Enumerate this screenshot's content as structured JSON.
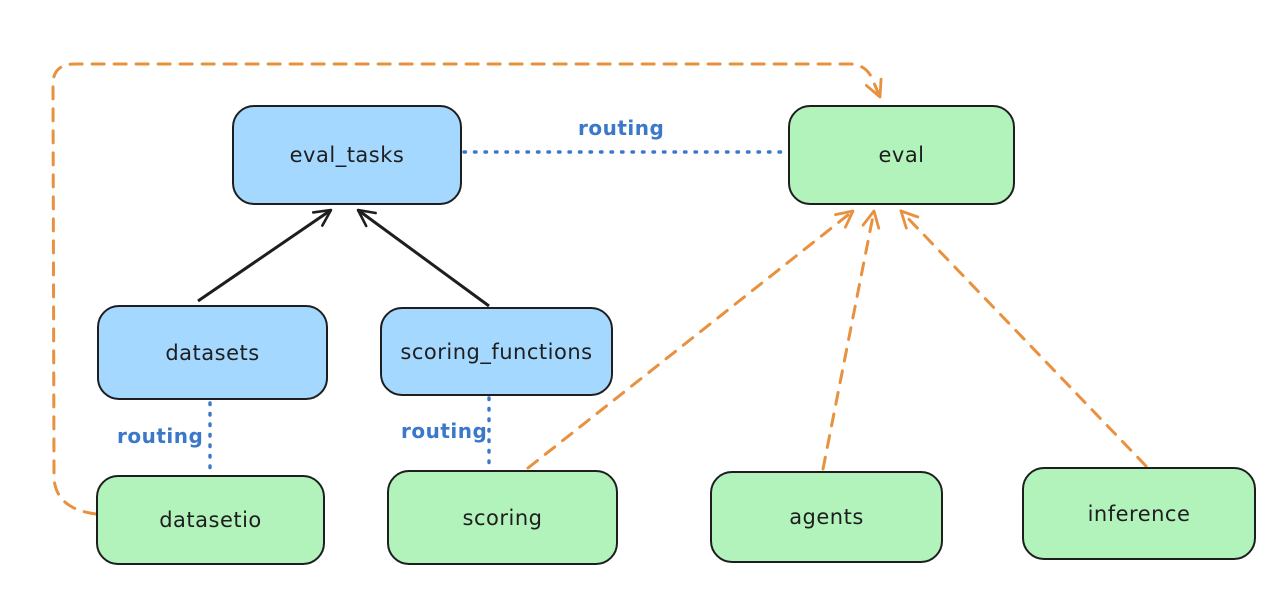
{
  "diagram": {
    "title": "",
    "colors": {
      "api_box_fill": "#a5d8ff",
      "provider_box_fill": "#b2f2bb",
      "box_stroke": "#1e1e1e",
      "routing_blue": "#3b78c9",
      "dependency_orange": "#e8913f",
      "solid_arrow_black": "#1e1e1e",
      "background": "#ffffff"
    },
    "nodes": {
      "eval_tasks": {
        "label": "eval_tasks",
        "kind": "blue"
      },
      "eval": {
        "label": "eval",
        "kind": "green"
      },
      "datasets": {
        "label": "datasets",
        "kind": "blue"
      },
      "scoring_functions": {
        "label": "scoring_functions",
        "kind": "blue"
      },
      "datasetio": {
        "label": "datasetio",
        "kind": "green"
      },
      "scoring": {
        "label": "scoring",
        "kind": "green"
      },
      "agents": {
        "label": "agents",
        "kind": "green"
      },
      "inference": {
        "label": "inference",
        "kind": "green"
      }
    },
    "edge_labels": {
      "eval_tasks_eval": "routing",
      "datasets_datasetio": "routing",
      "scoring_functions_scoring": "routing"
    },
    "edges": [
      {
        "from": "datasets",
        "to": "eval_tasks",
        "style": "solid",
        "color": "#1e1e1e",
        "arrow": true
      },
      {
        "from": "scoring_functions",
        "to": "eval_tasks",
        "style": "solid",
        "color": "#1e1e1e",
        "arrow": true
      },
      {
        "from": "eval_tasks",
        "to": "eval",
        "style": "dotted",
        "color": "#3b78c9",
        "arrow": false,
        "label": "routing"
      },
      {
        "from": "datasets",
        "to": "datasetio",
        "style": "dotted",
        "color": "#3b78c9",
        "arrow": false,
        "label": "routing"
      },
      {
        "from": "scoring_functions",
        "to": "scoring",
        "style": "dotted",
        "color": "#3b78c9",
        "arrow": false,
        "label": "routing"
      },
      {
        "from": "datasetio",
        "to": "eval",
        "style": "dashed",
        "color": "#e8913f",
        "arrow": true
      },
      {
        "from": "scoring",
        "to": "eval",
        "style": "dashed",
        "color": "#e8913f",
        "arrow": true
      },
      {
        "from": "agents",
        "to": "eval",
        "style": "dashed",
        "color": "#e8913f",
        "arrow": true
      },
      {
        "from": "inference",
        "to": "eval",
        "style": "dashed",
        "color": "#e8913f",
        "arrow": true
      }
    ]
  }
}
